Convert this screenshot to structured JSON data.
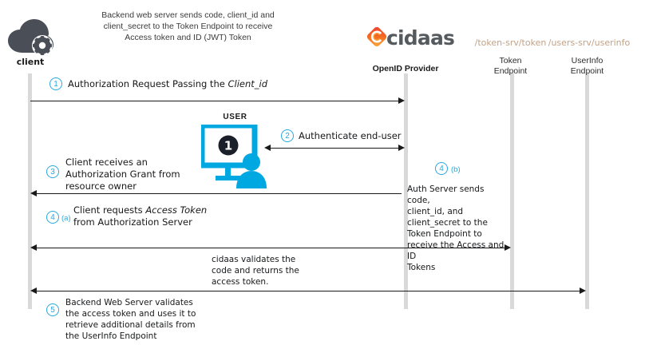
{
  "diagram": {
    "top_note": {
      "line1": "Backend web server sends code, client_id and",
      "line2": "client_secret to the Token Endpoint to receive",
      "line3": "Access token and ID (JWT) Token"
    },
    "actors": {
      "client": {
        "label": "client",
        "icon": "cloud-gear-icon"
      },
      "user": {
        "label": "USER",
        "icon": "user-monitor-icon",
        "badge": "1"
      },
      "provider": {
        "logo_text": "cidaas",
        "label": "OpenID Provider"
      },
      "token_endpoint": {
        "path": "/token-srv/token",
        "name_line1": "Token",
        "name_line2": "Endpoint"
      },
      "userinfo_endpoint": {
        "path": "/users-srv/userinfo",
        "name_line1": "UserInfo",
        "name_line2": "Endpoint"
      }
    },
    "steps": [
      {
        "number": "1",
        "sub": "",
        "text_plain": "Authorization Request Passing the ",
        "text_em": "Client_id",
        "text_tail": ""
      },
      {
        "number": "2",
        "sub": "",
        "text_plain": "Authenticate end-user",
        "text_em": "",
        "text_tail": ""
      },
      {
        "number": "3",
        "sub": "",
        "line1": "Client receives an",
        "line2": "Authorization Grant from",
        "line3": "resource owner"
      },
      {
        "number": "4",
        "sub": "(a)",
        "seg1": "Client requests ",
        "seg2_em": "Access Token",
        "seg3": " from Authorization Server"
      },
      {
        "number": "4",
        "sub": "(b)",
        "note_line1": "Auth Server sends code,",
        "note_line2": "client_id, and",
        "note_line3": "client_secret to the",
        "note_line4": "Token Endpoint to",
        "note_line5": "receive the Access and ID",
        "note_line6": "Tokens"
      },
      {
        "number": "5",
        "sub": "",
        "line1": "Backend Web Server  validates",
        "line2": "the access token and uses it to",
        "line3": "retrieve additional details from",
        "line4": "the UserInfo Endpoint"
      }
    ],
    "notes": {
      "validate_line1": "cidaas validates the",
      "validate_line2": "code and returns the",
      "validate_line3": "access token."
    },
    "colors": {
      "accent_cyan": "#29a8df",
      "user_cyan": "#00a8e1",
      "cidaas_orange": "#f37021",
      "endpoint_tan": "#c1a287",
      "lifeline_gray": "#d9d9d9",
      "cloud_gray": "#4a4f57"
    }
  }
}
